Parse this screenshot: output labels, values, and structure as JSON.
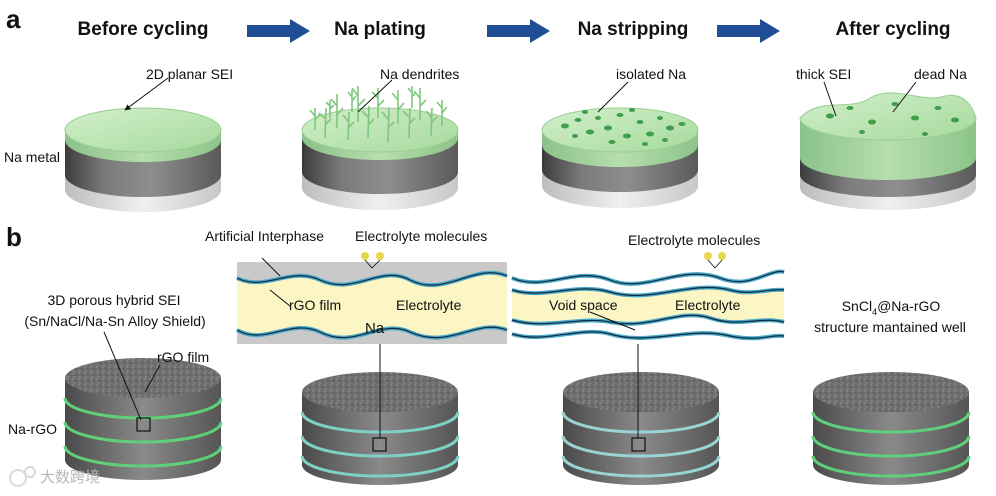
{
  "panels": {
    "a": "a",
    "b": "b"
  },
  "row_a": {
    "stages": [
      "Before cycling",
      "Na plating",
      "Na stripping",
      "After cycling"
    ],
    "labels": {
      "planar_sei": "2D planar SEI",
      "na_metal": "Na metal",
      "dendrites": "Na dendrites",
      "isolated": "isolated Na",
      "thick_sei": "thick SEI",
      "dead_na": "dead Na"
    }
  },
  "row_b": {
    "hybrid_sei_line1": "3D porous hybrid SEI",
    "hybrid_sei_line2": "(Sn/NaCl/Na-Sn Alloy Shield)",
    "rgo_film": "rGO film",
    "na_rgo": "Na-rGO",
    "artificial_interphase": "Artificial Interphase",
    "electrolyte_molecules_1": "Electrolyte molecules",
    "electrolyte_molecules_2": "Electrolyte molecules",
    "inset1_rgo": "rGO film",
    "inset1_electrolyte": "Electrolyte",
    "inset1_na": "Na",
    "inset2_void": "Void space",
    "inset2_electrolyte": "Electrolyte",
    "result_line1_pre": "SnCl",
    "result_line1_sub": "4",
    "result_line1_post": "@Na-rGO",
    "result_line2": "structure mantained well"
  },
  "watermark": "大数跨境",
  "colors": {
    "arrow_blue": "#1f4e96",
    "sei_green": "#b7e4b0",
    "metal_dark": "#6f6f6f",
    "electrolyte_yellow": "#fbf6c4",
    "rgo_blue": "#4aa8c8"
  },
  "icons": [
    "right-arrow-icon",
    "watermark-logo-icon"
  ]
}
